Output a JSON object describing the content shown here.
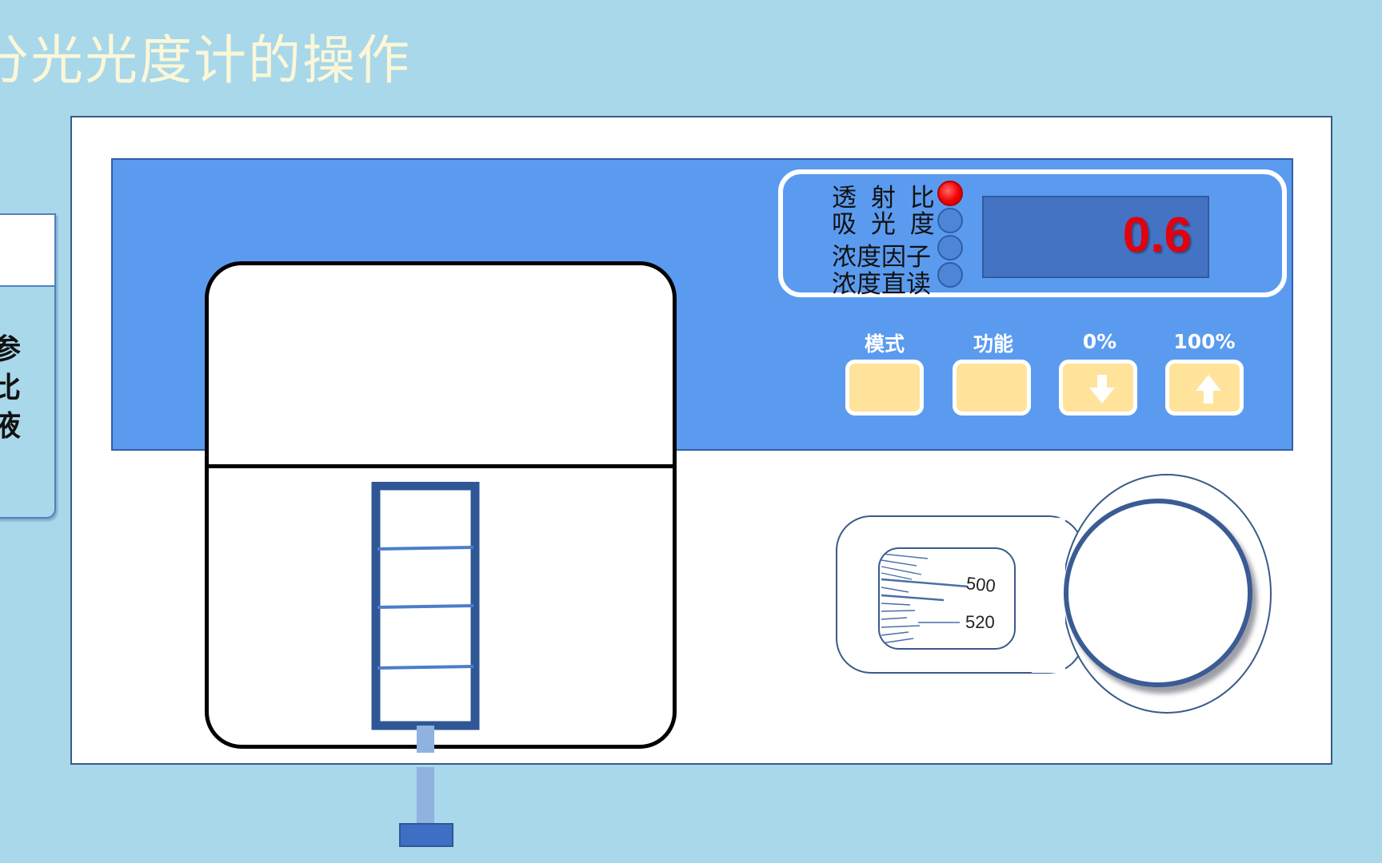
{
  "page": {
    "title": "分光光度计的操作"
  },
  "side_card": {
    "label": "参比液"
  },
  "panel": {
    "modes": [
      {
        "label": "透 射 比",
        "active": true
      },
      {
        "label": "吸 光 度",
        "active": false
      },
      {
        "label": "浓度因子",
        "active": false
      },
      {
        "label": "浓度直读",
        "active": false
      }
    ],
    "readout": "0.6",
    "buttons": [
      {
        "label": "模式",
        "icon": ""
      },
      {
        "label": "功能",
        "icon": ""
      },
      {
        "label": "0%",
        "icon": "arrow-down-icon"
      },
      {
        "label": "100%",
        "icon": "arrow-up-icon"
      }
    ]
  },
  "wavelength": {
    "labels": [
      "500",
      "520"
    ]
  },
  "colors": {
    "background": "#a8d8ea",
    "panel": "#5b9bef",
    "readout_bg": "#4473c4",
    "readout_text": "#e3000f",
    "indicator_on": "#f20000",
    "button": "#ffe39b"
  }
}
